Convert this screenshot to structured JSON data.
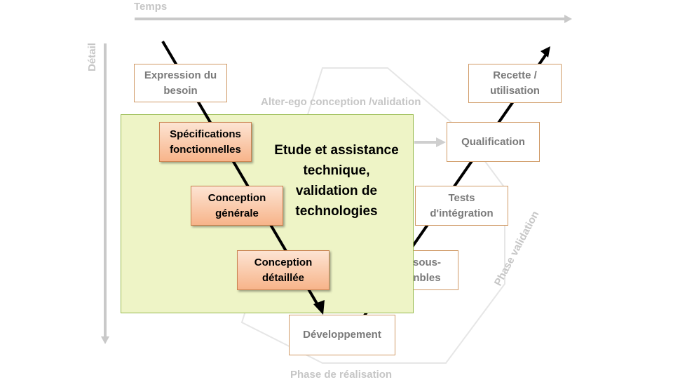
{
  "axes": {
    "time_label": "Temps",
    "detail_label": "Détail"
  },
  "phases": {
    "realisation": "Phase de réalisation",
    "validation": "Phase validation",
    "alter_ego": "Alter-ego conception /validation"
  },
  "boxes": {
    "expression": [
      "Expression du",
      "besoin"
    ],
    "specifications": [
      "Spécifications",
      "fonctionnelles"
    ],
    "conception_generale": [
      "Conception",
      "générale"
    ],
    "conception_detaillee": [
      "Conception",
      "détaillée"
    ],
    "developpement": "Développement",
    "sous_ensembles": [
      "sous-",
      "nbles"
    ],
    "tests_integration": [
      "Tests",
      "d'intégration"
    ],
    "qualification": "Qualification",
    "recette": [
      "Recette /",
      "utilisation"
    ]
  },
  "study_area": {
    "text": [
      "Etude et assistance",
      "technique,",
      "validation de",
      "technologies"
    ]
  },
  "colors": {
    "study_fill": "#eef4c6",
    "study_border": "#98bb4f",
    "orange_box": "#f7b48a",
    "box_border": "#d09a66",
    "muted_text": "#7a7a7a",
    "axis_gray": "#c6c6c6"
  }
}
